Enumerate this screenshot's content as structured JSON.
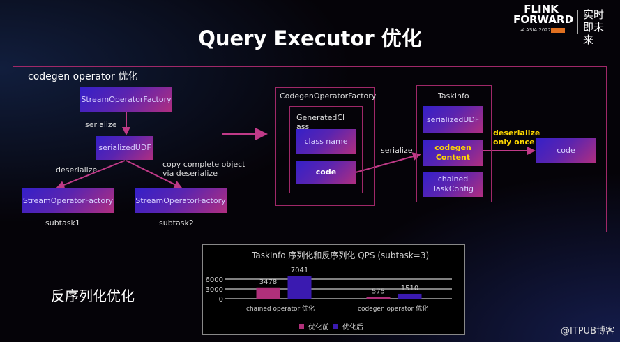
{
  "title": "Query Executor 优化",
  "logo": {
    "line1": "FLINK",
    "line2": "FORWARD",
    "sub": "# ASIA 2022",
    "badge": "ONLINE",
    "cn": "实时即未来"
  },
  "section": "codegen operator 优化",
  "left": {
    "factory_top": "StreamOperatorFactory",
    "serialize": "serialize",
    "udf": "serializedUDF",
    "deserialize": "deserialize",
    "copy": "copy complete object via deserialize",
    "factory1": "StreamOperatorFactory",
    "factory2": "StreamOperatorFactory",
    "subtask1": "subtask1",
    "subtask2": "subtask2"
  },
  "middle": {
    "factory": "CodegenOperatorFactory",
    "generated": "GeneratedClass",
    "class_name": "class name",
    "code": "code",
    "serialize": "serialize"
  },
  "right": {
    "taskinfo": "TaskInfo",
    "udf": "serializedUDF",
    "codegen": "codegen Content",
    "chained": "chained TaskConfig",
    "deserialize_once": "deserialize only once",
    "code": "code"
  },
  "bottom_label": "反序列化优化",
  "watermark": "@ITPUB博客",
  "colors": {
    "accent": "#a02868",
    "before": "#b0307a",
    "after": "#3a1ab0",
    "highlight": "#ffd800"
  },
  "chart_data": {
    "type": "bar",
    "title": "TaskInfo 序列化和反序列化 QPS (subtask=3)",
    "categories": [
      "chained operator 优化",
      "codegen operator 优化"
    ],
    "series": [
      {
        "name": "优化前",
        "values": [
          3478,
          575
        ]
      },
      {
        "name": "优化后",
        "values": [
          7041,
          1510
        ]
      }
    ],
    "yticks": [
      0,
      3000,
      6000
    ],
    "ylim": [
      0,
      8000
    ],
    "grid": true,
    "legend": "bottom"
  }
}
